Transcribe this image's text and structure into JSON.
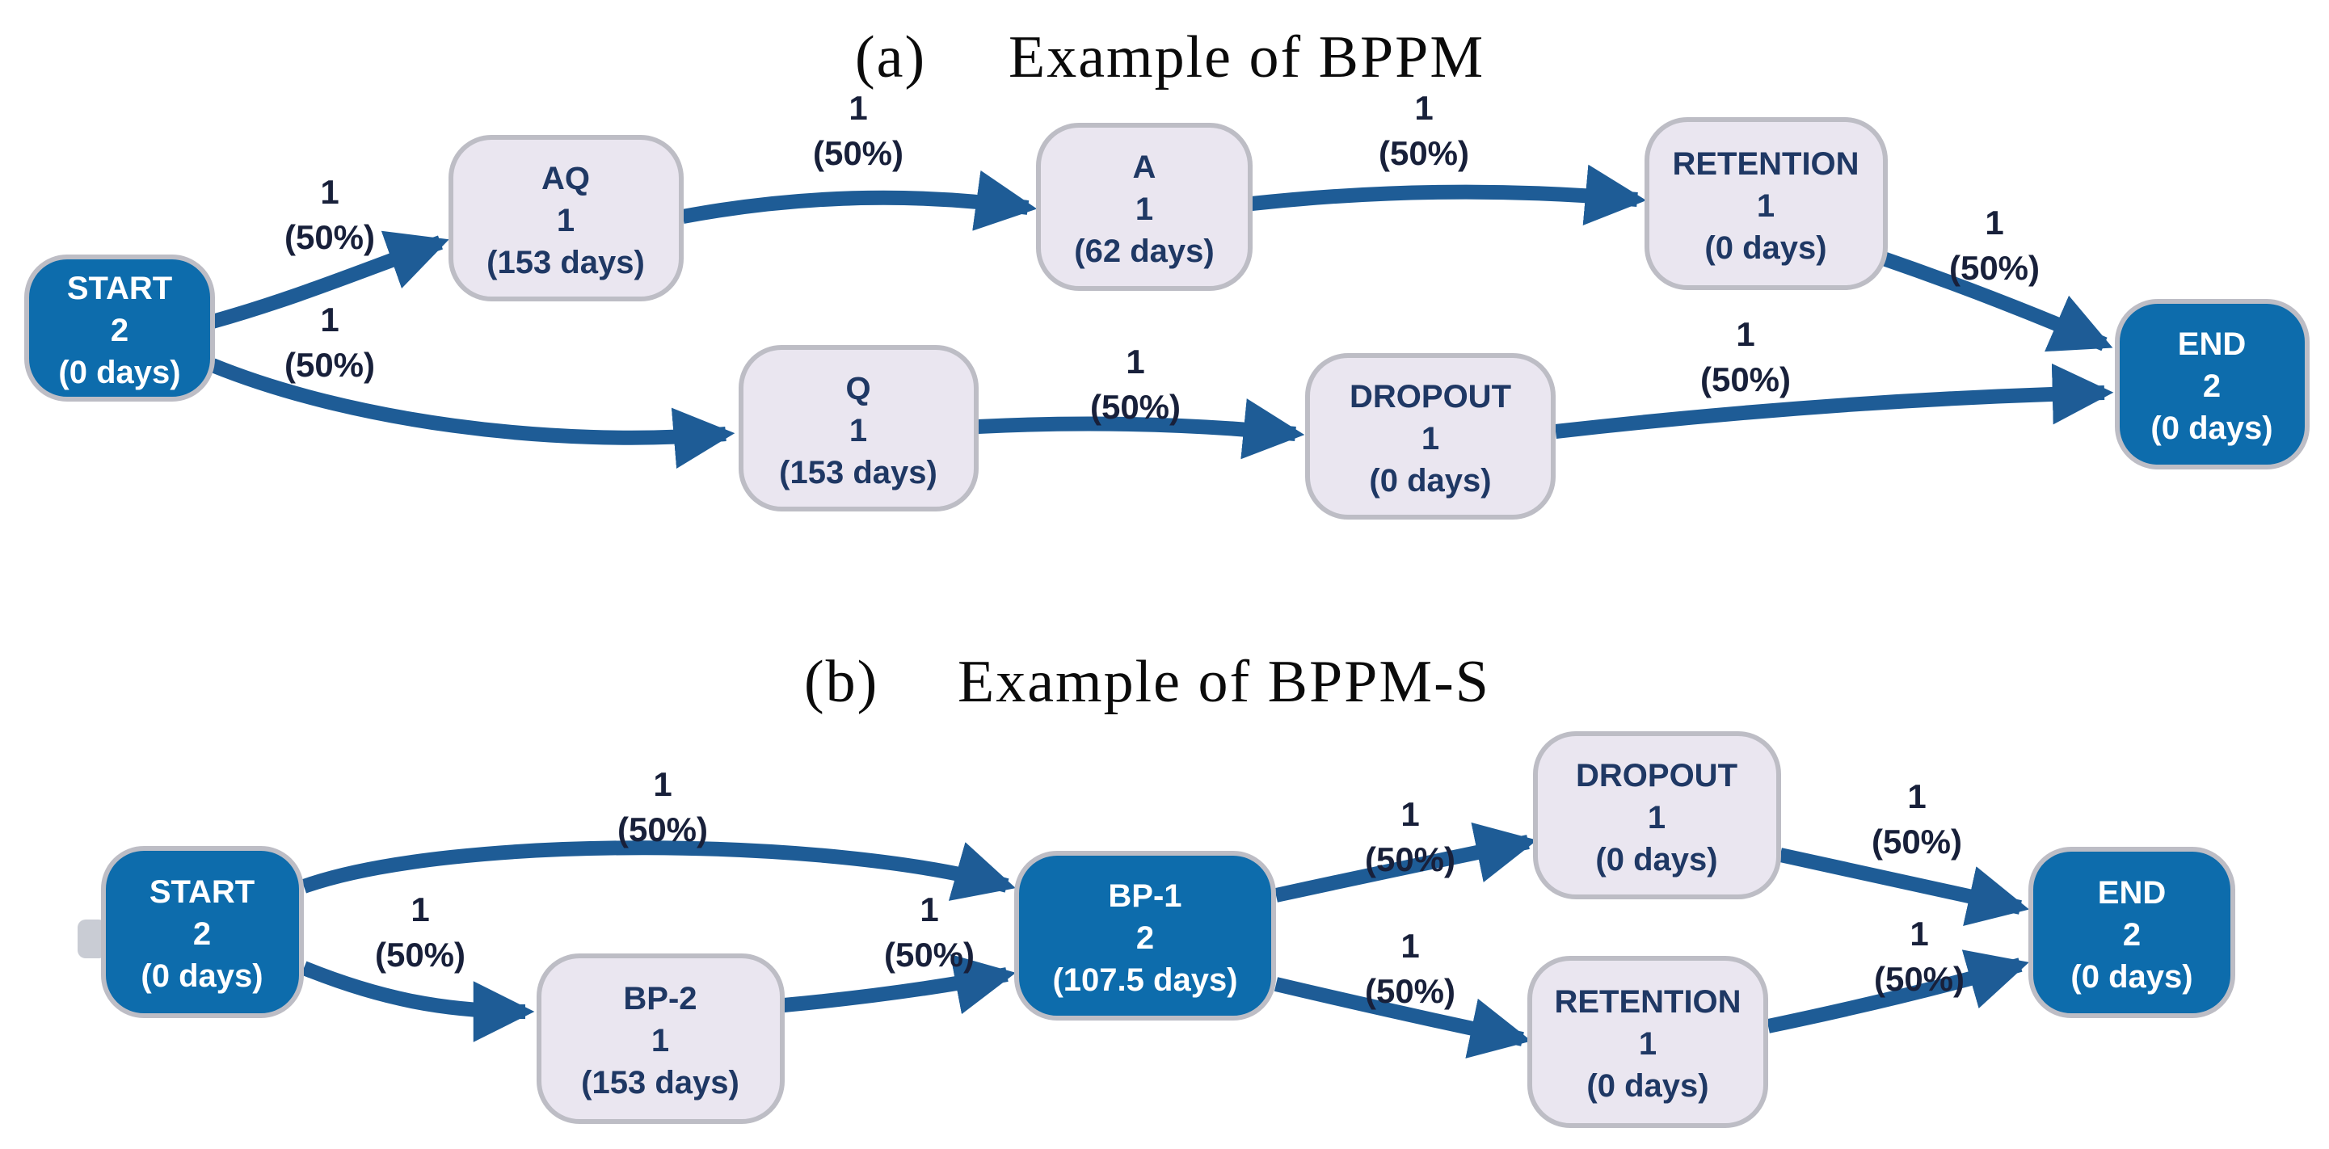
{
  "figure": {
    "panels": [
      {
        "caption": "(a)",
        "title": "Example of BPPM",
        "nodes": [
          {
            "label": "START",
            "count": "2",
            "duration": "(0 days)"
          },
          {
            "label": "AQ",
            "count": "1",
            "duration": "(153 days)"
          },
          {
            "label": "A",
            "count": "1",
            "duration": "(62 days)"
          },
          {
            "label": "RETENTION",
            "count": "1",
            "duration": "(0 days)"
          },
          {
            "label": "Q",
            "count": "1",
            "duration": "(153 days)"
          },
          {
            "label": "DROPOUT",
            "count": "1",
            "duration": "(0 days)"
          },
          {
            "label": "END",
            "count": "2",
            "duration": "(0 days)"
          }
        ],
        "edges": [
          {
            "from": "START",
            "to": "AQ",
            "count": "1",
            "probability": "(50%)"
          },
          {
            "from": "START",
            "to": "Q",
            "count": "1",
            "probability": "(50%)"
          },
          {
            "from": "AQ",
            "to": "A",
            "count": "1",
            "probability": "(50%)"
          },
          {
            "from": "A",
            "to": "RETENTION",
            "count": "1",
            "probability": "(50%)"
          },
          {
            "from": "Q",
            "to": "DROPOUT",
            "count": "1",
            "probability": "(50%)"
          },
          {
            "from": "RETENTION",
            "to": "END",
            "count": "1",
            "probability": "(50%)"
          },
          {
            "from": "DROPOUT",
            "to": "END",
            "count": "1",
            "probability": "(50%)"
          }
        ]
      },
      {
        "caption": "(b)",
        "title": "Example of BPPM-S",
        "nodes": [
          {
            "label": "START",
            "count": "2",
            "duration": "(0 days)"
          },
          {
            "label": "BP-2",
            "count": "1",
            "duration": "(153 days)"
          },
          {
            "label": "BP-1",
            "count": "2",
            "duration": "(107.5 days)"
          },
          {
            "label": "DROPOUT",
            "count": "1",
            "duration": "(0 days)"
          },
          {
            "label": "RETENTION",
            "count": "1",
            "duration": "(0 days)"
          },
          {
            "label": "END",
            "count": "2",
            "duration": "(0 days)"
          }
        ],
        "edges": [
          {
            "from": "START",
            "to": "BP-1",
            "count": "1",
            "probability": "(50%)"
          },
          {
            "from": "START",
            "to": "BP-2",
            "count": "1",
            "probability": "(50%)"
          },
          {
            "from": "BP-2",
            "to": "BP-1",
            "count": "1",
            "probability": "(50%)"
          },
          {
            "from": "BP-1",
            "to": "DROPOUT",
            "count": "1",
            "probability": "(50%)"
          },
          {
            "from": "BP-1",
            "to": "RETENTION",
            "count": "1",
            "probability": "(50%)"
          },
          {
            "from": "DROPOUT",
            "to": "END",
            "count": "1",
            "probability": "(50%)"
          },
          {
            "from": "RETENTION",
            "to": "END",
            "count": "1",
            "probability": "(50%)"
          }
        ]
      }
    ],
    "colors": {
      "dark_node_fill": "#0D6CAC",
      "light_node_fill": "#EAE6F0",
      "node_border": "#BDBDC5",
      "edge": "#1E5C96",
      "dark_node_text": "#FFFFFF",
      "light_node_text": "#1F3864",
      "edge_label_text": "#18203A",
      "title_text": "#0B0B0B"
    }
  }
}
